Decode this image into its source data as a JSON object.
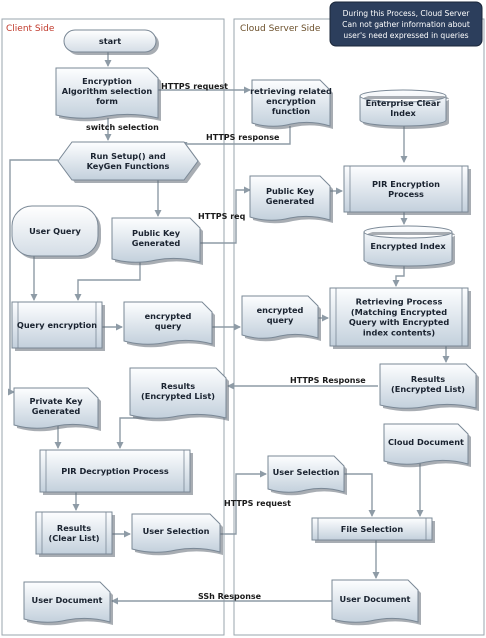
{
  "lanes": {
    "client": "Client Side",
    "cloud": "Cloud Server Side"
  },
  "note": [
    "During this Process, Cloud Server",
    "Can not gather information about",
    "user's need expressed in queries"
  ],
  "nodes": {
    "start": [
      "start"
    ],
    "enc_algo": [
      "Encryption",
      "Algorithm selection",
      "form"
    ],
    "retrieve_func": [
      "retrieving related",
      "encryption",
      "function"
    ],
    "enterprise_index": [
      "Enterprise Clear",
      "Index"
    ],
    "run_setup": [
      "Run Setup() and",
      "KeyGen Functions"
    ],
    "pubkey_cloud": [
      "Public Key",
      "Generated"
    ],
    "pir_enc": [
      "PIR Encryption",
      "Process"
    ],
    "user_query": [
      "User Query"
    ],
    "pubkey_client": [
      "Public Key",
      "Generated"
    ],
    "encrypted_index": [
      "Encrypted Index"
    ],
    "query_enc": [
      "Query encryption"
    ],
    "enc_query_client": [
      "encrypted",
      "query"
    ],
    "enc_query_cloud": [
      "encrypted",
      "query"
    ],
    "retrieving": [
      "Retrieving Process",
      "(Matching Encrypted",
      "Query with Encrypted",
      "index contents)"
    ],
    "results_cloud": [
      "Results",
      "(Encrypted List)"
    ],
    "results_client": [
      "Results",
      "(Encrypted List)"
    ],
    "private_key": [
      "Private Key",
      "Generated"
    ],
    "pir_dec": [
      "PIR Decryption  Process"
    ],
    "cloud_doc": [
      "Cloud Document"
    ],
    "user_sel_cloud": [
      "User Selection"
    ],
    "results_clear": [
      "Results",
      "(Clear List)"
    ],
    "user_sel_client": [
      "User Selection"
    ],
    "file_sel": [
      "File Selection"
    ],
    "user_doc_client": [
      "User Document"
    ],
    "user_doc_cloud": [
      "User Document"
    ]
  },
  "edges": {
    "https_request_1": "HTTPS request",
    "switch_selection": "switch selection",
    "https_response_1": "HTTPS response",
    "https_req_2": "HTTPS req",
    "https_response_2": "HTTPS Response",
    "https_request_3": "HTTPS request",
    "ssh_response": "SSh Response"
  },
  "colors": {
    "node_fill_top": "#fdfeff",
    "node_fill_bottom": "#c3d0dc",
    "node_stroke": "#7a8896",
    "shadow": "#606a74",
    "edge": "#8e9ba6",
    "lane_title_client": "#c0392b",
    "lane_title_cloud": "#6b4f2a",
    "note_fill": "#2c3e5c"
  }
}
